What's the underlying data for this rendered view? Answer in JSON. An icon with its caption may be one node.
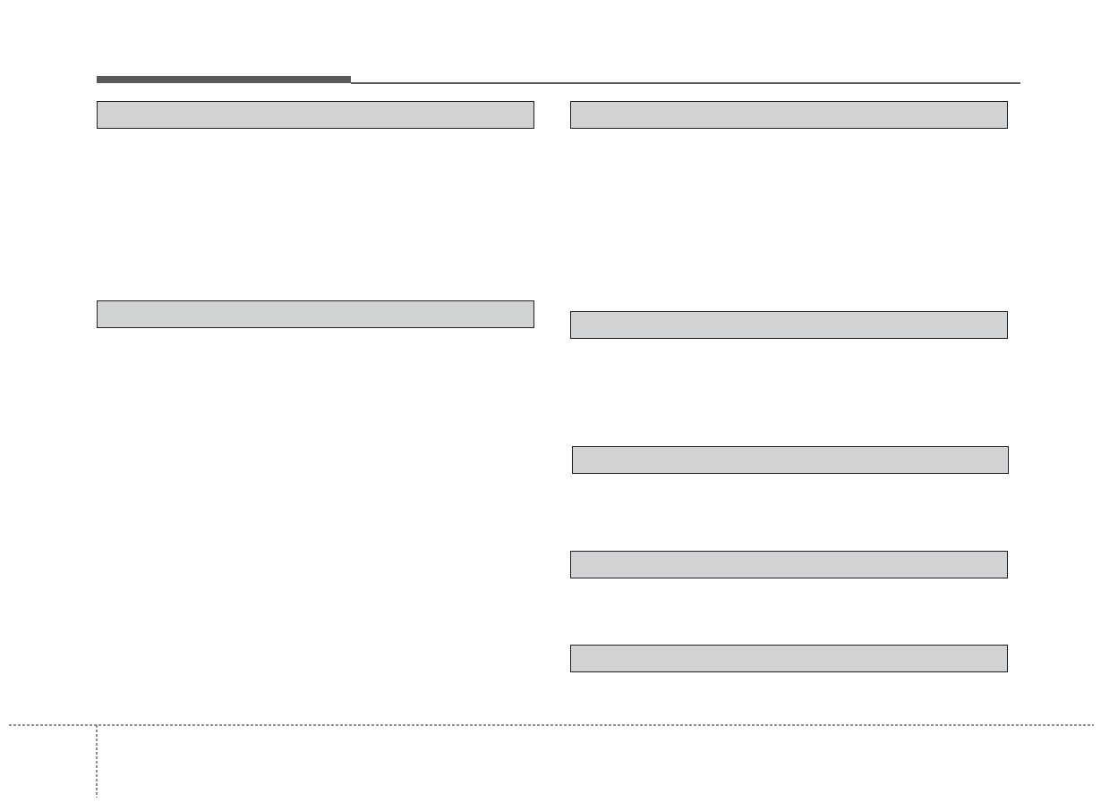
{
  "diagram": {
    "nodes": [
      {
        "text": [],
        "shape": "bar"
      },
      {
        "text": [],
        "shape": "bar"
      },
      {
        "text": [],
        "shape": "bar"
      },
      {
        "text": [],
        "shape": "bar"
      },
      {
        "text": [],
        "shape": "bar"
      },
      {
        "text": [],
        "shape": "bar"
      },
      {
        "text": [],
        "shape": "bar"
      }
    ]
  }
}
